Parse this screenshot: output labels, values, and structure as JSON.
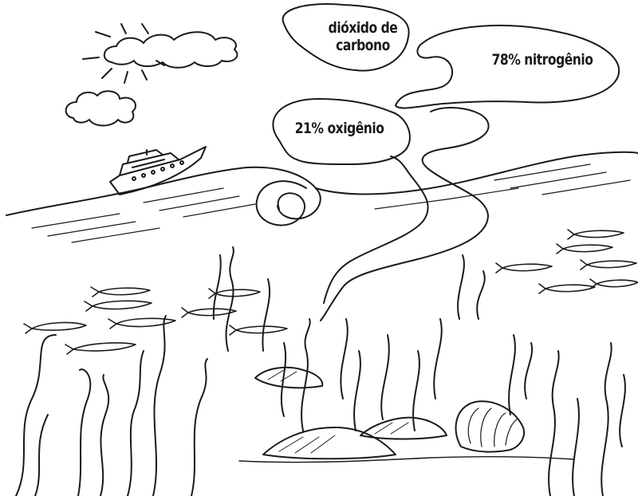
{
  "labels": {
    "carbon_dioxide": "dióxido de\ncarbono",
    "nitrogen": "78% nitrogênio",
    "oxygen": "21% oxigênio"
  },
  "colors": {
    "ink": "#1a1a1a",
    "background": "#ffffff"
  }
}
